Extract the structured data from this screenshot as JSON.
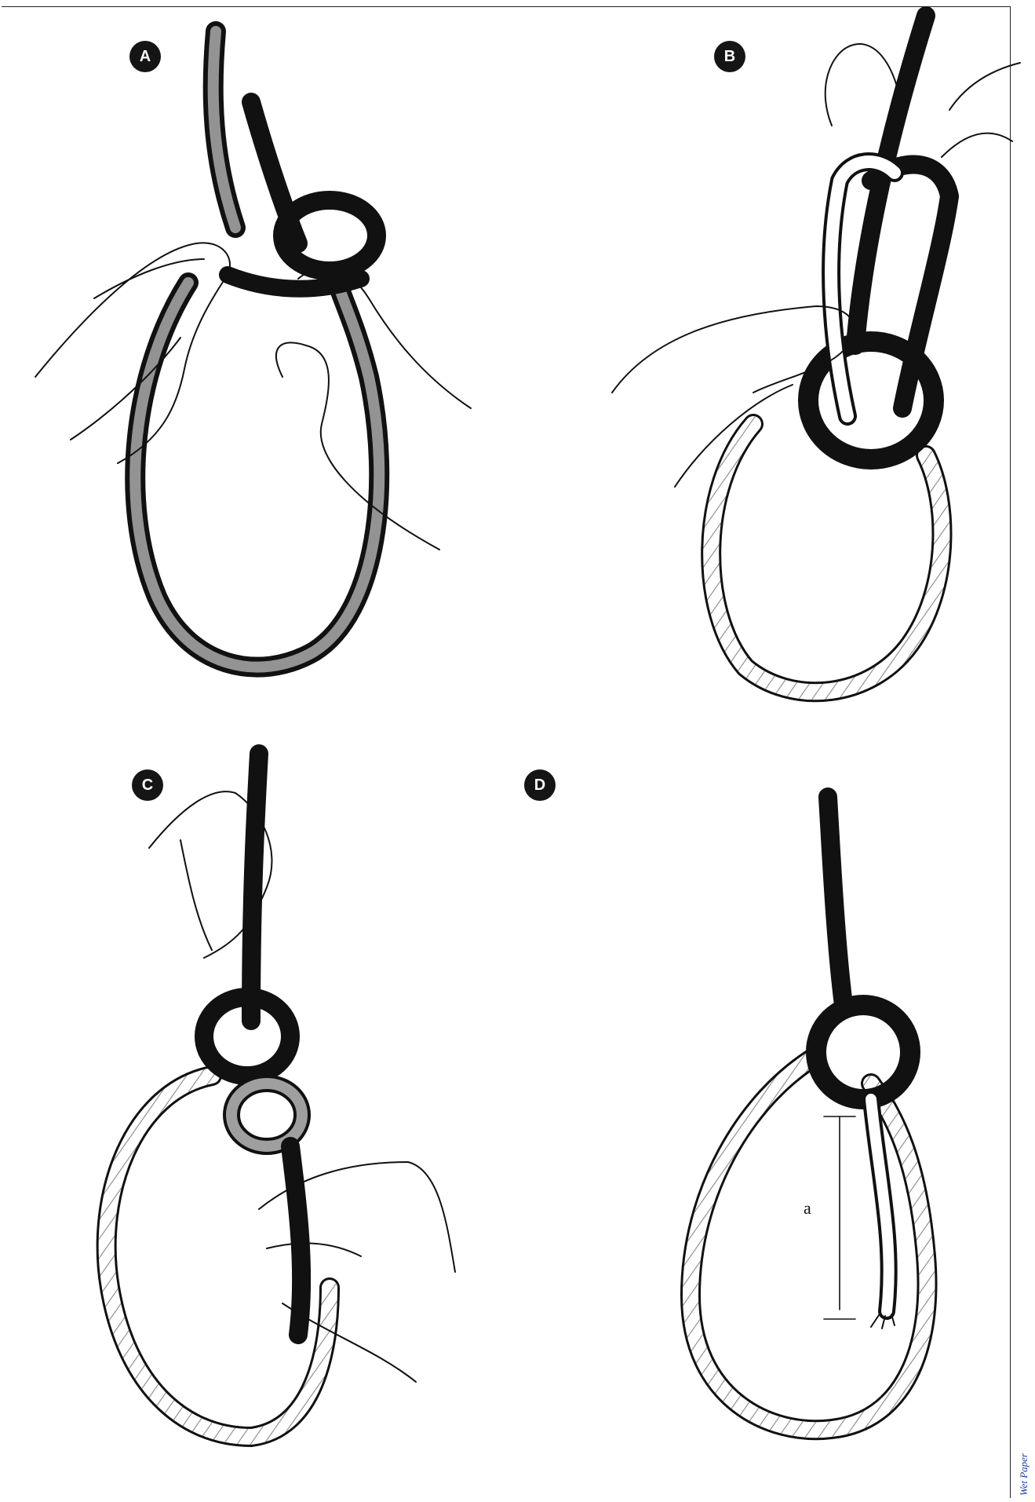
{
  "panels": [
    {
      "id": "A",
      "label": "A"
    },
    {
      "id": "B",
      "label": "B"
    },
    {
      "id": "C",
      "label": "C"
    },
    {
      "id": "D",
      "label": "D"
    }
  ],
  "measurement": {
    "label": "a"
  },
  "credit": "Wet Paper"
}
